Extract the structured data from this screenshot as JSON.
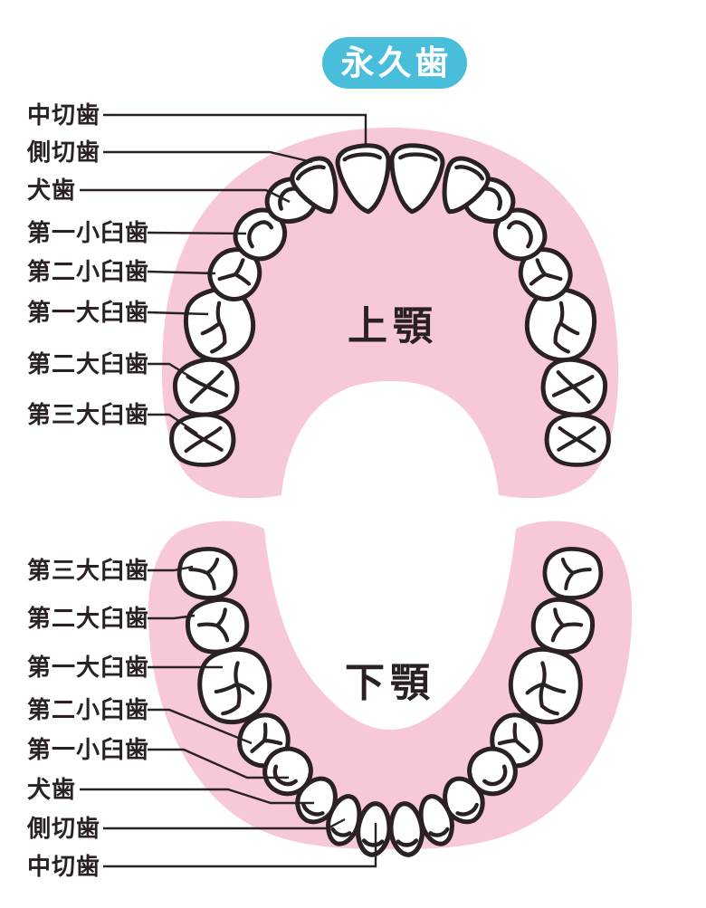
{
  "title_badge": {
    "text": "永久歯"
  },
  "upper_jaw": {
    "name": "上顎",
    "labels": [
      "中切歯",
      "側切歯",
      "犬歯",
      "第一小臼歯",
      "第二小臼歯",
      "第一大臼歯",
      "第二大臼歯",
      "第三大臼歯"
    ]
  },
  "lower_jaw": {
    "name": "下顎",
    "labels": [
      "第三大臼歯",
      "第二大臼歯",
      "第一大臼歯",
      "第二小臼歯",
      "第一小臼歯",
      "犬歯",
      "側切歯",
      "中切歯"
    ]
  },
  "colors": {
    "badge_teal": "#49BEDB",
    "arch_pink": "#F7C9D6",
    "outline_dark": "#292124",
    "tooth_white": "#FFFFFF"
  }
}
